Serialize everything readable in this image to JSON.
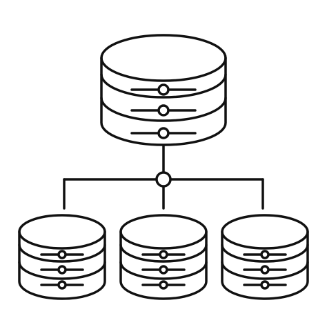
{
  "diagram": {
    "type": "database-network",
    "parent": {
      "name": "primary-database",
      "icon": "database-icon",
      "disks": 3
    },
    "connector": {
      "name": "network-hub",
      "icon": "hub-node-icon"
    },
    "children": [
      {
        "name": "database-left",
        "icon": "database-icon",
        "disks": 3
      },
      {
        "name": "database-middle",
        "icon": "database-icon",
        "disks": 3
      },
      {
        "name": "database-right",
        "icon": "database-icon",
        "disks": 3
      }
    ],
    "colors": {
      "stroke": "#111111",
      "background": "#ffffff"
    }
  }
}
